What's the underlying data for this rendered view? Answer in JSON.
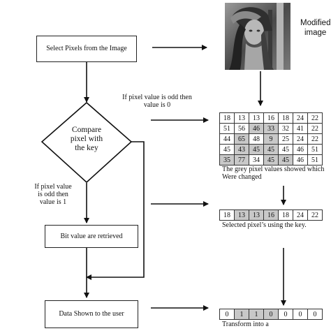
{
  "flow": {
    "select_box": "Select Pixels from the Image",
    "compare_diamond_lines": [
      "Compare",
      "pixel with",
      "the key"
    ],
    "odd_zero_lines": [
      "If pixel value is odd then",
      "value is 0"
    ],
    "odd_one_lines": [
      "If pixel value",
      "is odd then",
      "value is 1"
    ],
    "retrieve_box": "Bit value are retrieved",
    "shown_box": "Data Shown to the user"
  },
  "image_panel": {
    "title_lines": [
      "Modified",
      "image"
    ]
  },
  "pixel_grid": {
    "rows": [
      [
        "18",
        "13",
        "13",
        "16",
        "18",
        "24",
        "22"
      ],
      [
        "51",
        "56",
        "46",
        "33",
        "32",
        "41",
        "22"
      ],
      [
        "44",
        "65",
        "48",
        "9",
        "25",
        "24",
        "22"
      ],
      [
        "45",
        "43",
        "45",
        "45",
        "45",
        "46",
        "51"
      ],
      [
        "35",
        "77",
        "34",
        "45",
        "45",
        "46",
        "51"
      ]
    ],
    "caption_lines": [
      "The grey pixel values showed which",
      "Were changed"
    ]
  },
  "selected_row": {
    "cells": [
      "18",
      "13",
      "13",
      "16",
      "18",
      "24",
      "22"
    ],
    "caption": "Selected pixel’s using the key."
  },
  "bits_row": {
    "cells": [
      "0",
      "1",
      "1",
      "0",
      "0",
      "0",
      "0"
    ],
    "caption": "Transform into a"
  }
}
